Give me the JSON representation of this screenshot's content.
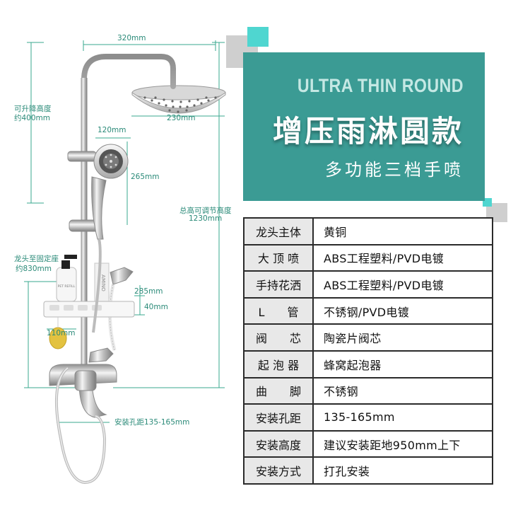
{
  "dimensions": {
    "top_width": "320mm",
    "lift_height_label": "可升降高度",
    "lift_height_value": "约400mm",
    "head_diameter": "230mm",
    "handheld_width": "120mm",
    "handheld_height": "265mm",
    "total_height_label": "总高可调节高度",
    "total_height_value": "1230mm",
    "faucet_label": "龙头至固定座",
    "faucet_value": "约830mm",
    "shelf_length": "285mm",
    "shelf_height": "40mm",
    "shelf_depth": "110mm",
    "hole_spacing": "安装孔距135-165mm"
  },
  "product_text": {
    "bottle_label": "PET REFILL",
    "box_label": "AMINO"
  },
  "banner": {
    "english_title": "ULTRA THIN ROUND",
    "chinese_title": "增压雨淋圆款",
    "subtitle": "多功能三档手喷"
  },
  "specs": [
    {
      "label": "龙头主体",
      "value": "黄铜"
    },
    {
      "label": "大 顶 喷",
      "value": "ABS工程塑料/PVD电镀"
    },
    {
      "label": "手持花洒",
      "value": "ABS工程塑料/PVD电镀"
    },
    {
      "label": "L　　管",
      "value": "不锈钢/PVD电镀"
    },
    {
      "label": "阀　　芯",
      "value": "陶瓷片阀芯"
    },
    {
      "label": "起 泡 器",
      "value": "蜂窝起泡器"
    },
    {
      "label": "曲　　脚",
      "value": "不锈钢"
    },
    {
      "label": "安装孔距",
      "value": "135-165mm"
    },
    {
      "label": "安装高度",
      "value": "建议安装距地950mm上下"
    },
    {
      "label": "安装方式",
      "value": "打孔安装"
    }
  ],
  "colors": {
    "banner_teal": "#3b9b94",
    "accent_cyan": "#4fd6d0",
    "accent_gray": "#cfcfcf",
    "dimension_text": "#2a8a78",
    "table_label_bg": "#e8e8e8"
  }
}
